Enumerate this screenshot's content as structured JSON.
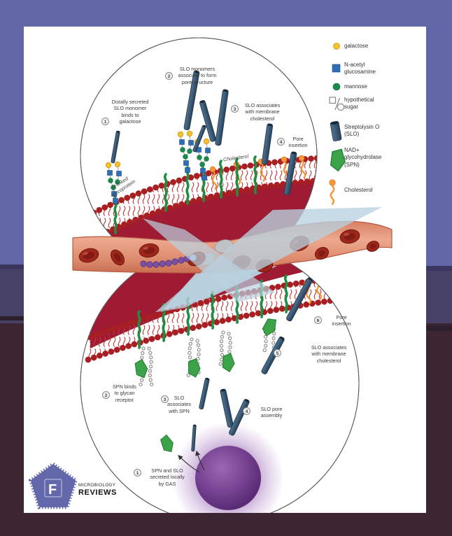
{
  "legend": {
    "items": [
      {
        "icon": "galactose-icon",
        "label": "galactose"
      },
      {
        "icon": "n-acetyl-glucosamine-icon",
        "label": "N-acetyl\nglucosamine"
      },
      {
        "icon": "mannose-icon",
        "label": "mannose"
      },
      {
        "icon": "hypothetical-sugar-icon",
        "label": "hypothetical\nsugar"
      },
      {
        "icon": "streptolysin-o-icon",
        "label": "Streptolysin O\n(SLO)"
      },
      {
        "icon": "nad-glycohydrolase-icon",
        "label": "NAD+\nglycohydrolase\n(SPN)"
      },
      {
        "icon": "cholesterol-icon",
        "label": "Cholesterol"
      }
    ]
  },
  "top_circle": {
    "steps": [
      {
        "num": "1",
        "text": "Distally secreted\nSLO monomer\nbinds to\ngalactose"
      },
      {
        "num": "2",
        "text": "SLO monomers\nassociate to form\npore structure"
      },
      {
        "num": "3",
        "text": "SLO associates\nwith membrane\ncholesterol"
      },
      {
        "num": "4",
        "text": "Pore\ninsertion"
      }
    ],
    "annotations": {
      "cholesterol": "Cholesterol",
      "n_linked": "N-linked\nglycoprotein"
    }
  },
  "bottom_circle": {
    "steps": [
      {
        "num": "1",
        "text": "SPN and SLO\nsecreted locally\nby GAS"
      },
      {
        "num": "2",
        "text": "SPN binds\nto glycan\nreceptor"
      },
      {
        "num": "3",
        "text": "SLO\nassociates\nwith SPN"
      },
      {
        "num": "4",
        "text": "SLO pore\nassembly"
      },
      {
        "num": "5",
        "text": "SLO associates\nwith membrane\ncholesterol"
      },
      {
        "num": "6",
        "text": "Pore\ninsertion"
      }
    ]
  },
  "logo": {
    "letter": "F",
    "line1": "MICROBIOLOGY",
    "line2": "REVIEWS"
  },
  "colors": {
    "background_blue": "#6267a8",
    "background_purple": "#474168",
    "background_maroon": "#3d2531",
    "membrane_head_red": "#a81f23",
    "cell_interior_red": "#9e1b33",
    "slo_rod_blue": "#3d5b76",
    "spn_green": "#3da348",
    "galactose_yellow": "#f2c12e",
    "glcnac_blue": "#2f6db5",
    "mannose_green": "#188c4a",
    "cholesterol_orange": "#f29130",
    "vessel_salmon": "#e09479",
    "gas_purple": "#6b3d8f",
    "cone_blue": "#b9d2e0",
    "logo_blue": "#5b60a6"
  }
}
